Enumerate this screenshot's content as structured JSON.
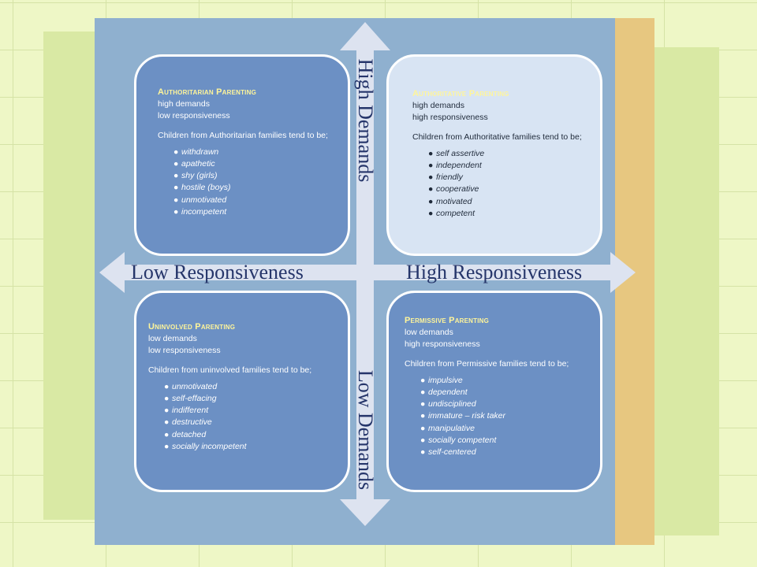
{
  "axes": {
    "top": "High Demands",
    "bottom": "Low Demands",
    "left": "Low Responsiveness",
    "right": "High Responsiveness"
  },
  "quadrants": {
    "authoritarian": {
      "title": "Authoritarian Parenting",
      "demands": "high demands",
      "responsiveness": "low responsiveness",
      "intro": "Children from Authoritarian families tend to be;",
      "traits": [
        "withdrawn",
        "apathetic",
        "shy (girls)",
        "hostile (boys)",
        "unmotivated",
        "incompetent"
      ]
    },
    "authoritative": {
      "title": "Authoritative Parenting",
      "demands": "high demands",
      "responsiveness": "high responsiveness",
      "intro": "Children from Authoritative families tend to be;",
      "traits": [
        "self assertive",
        "independent",
        "friendly",
        "cooperative",
        "motivated",
        "competent"
      ]
    },
    "uninvolved": {
      "title": "Uninvolved Parenting",
      "demands": "low demands",
      "responsiveness": "low responsiveness",
      "intro": "Children from uninvolved families tend to be;",
      "traits": [
        "unmotivated",
        "self-effacing",
        "indifferent",
        "destructive",
        "detached",
        "socially incompetent"
      ]
    },
    "permissive": {
      "title": "Permissive Parenting",
      "demands": "low demands",
      "responsiveness": "high responsiveness",
      "intro": "Children from Permissive families tend to be;",
      "traits": [
        "impulsive",
        "dependent",
        "undisciplined",
        "immature – risk taker",
        "manipulative",
        "socially competent",
        "self-centered"
      ]
    }
  },
  "colors": {
    "panel": "#8fb0cf",
    "box_dark": "#6c90c4",
    "box_light": "#d8e4f3",
    "title": "#fff59a",
    "axis_text": "#25356a",
    "arrow": "#dde3f0"
  }
}
